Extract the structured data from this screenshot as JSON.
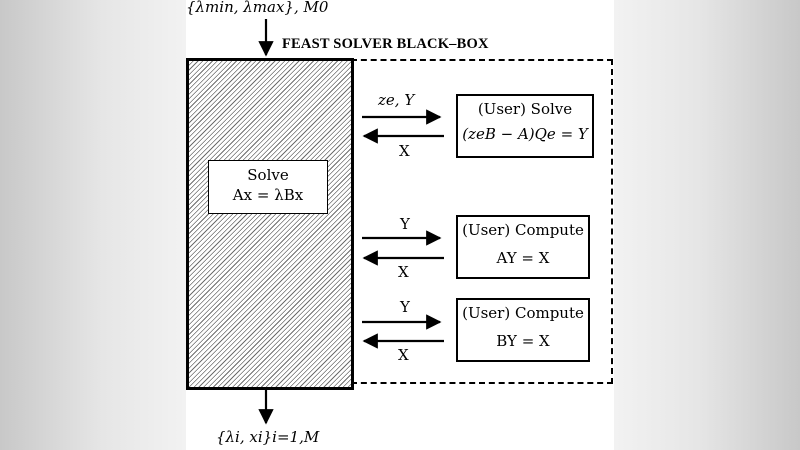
{
  "input": {
    "label": "{λmin, λmax}, M0"
  },
  "blackbox": {
    "title": "FEAST SOLVER BLACK–BOX"
  },
  "solver": {
    "line1": "Solve",
    "line2": "Ax = λBx"
  },
  "output": {
    "label": "{λi, xi}i=1,M"
  },
  "user_boxes": [
    {
      "line1": "(User) Solve",
      "line2": "(zeB − A)Qe = Y",
      "send_label": "ze, Y",
      "return_label": "X"
    },
    {
      "line1": "(User) Compute",
      "line2": "AY = X",
      "send_label": "Y",
      "return_label": "X"
    },
    {
      "line1": "(User) Compute",
      "line2": "BY = X",
      "send_label": "Y",
      "return_label": "X"
    }
  ]
}
